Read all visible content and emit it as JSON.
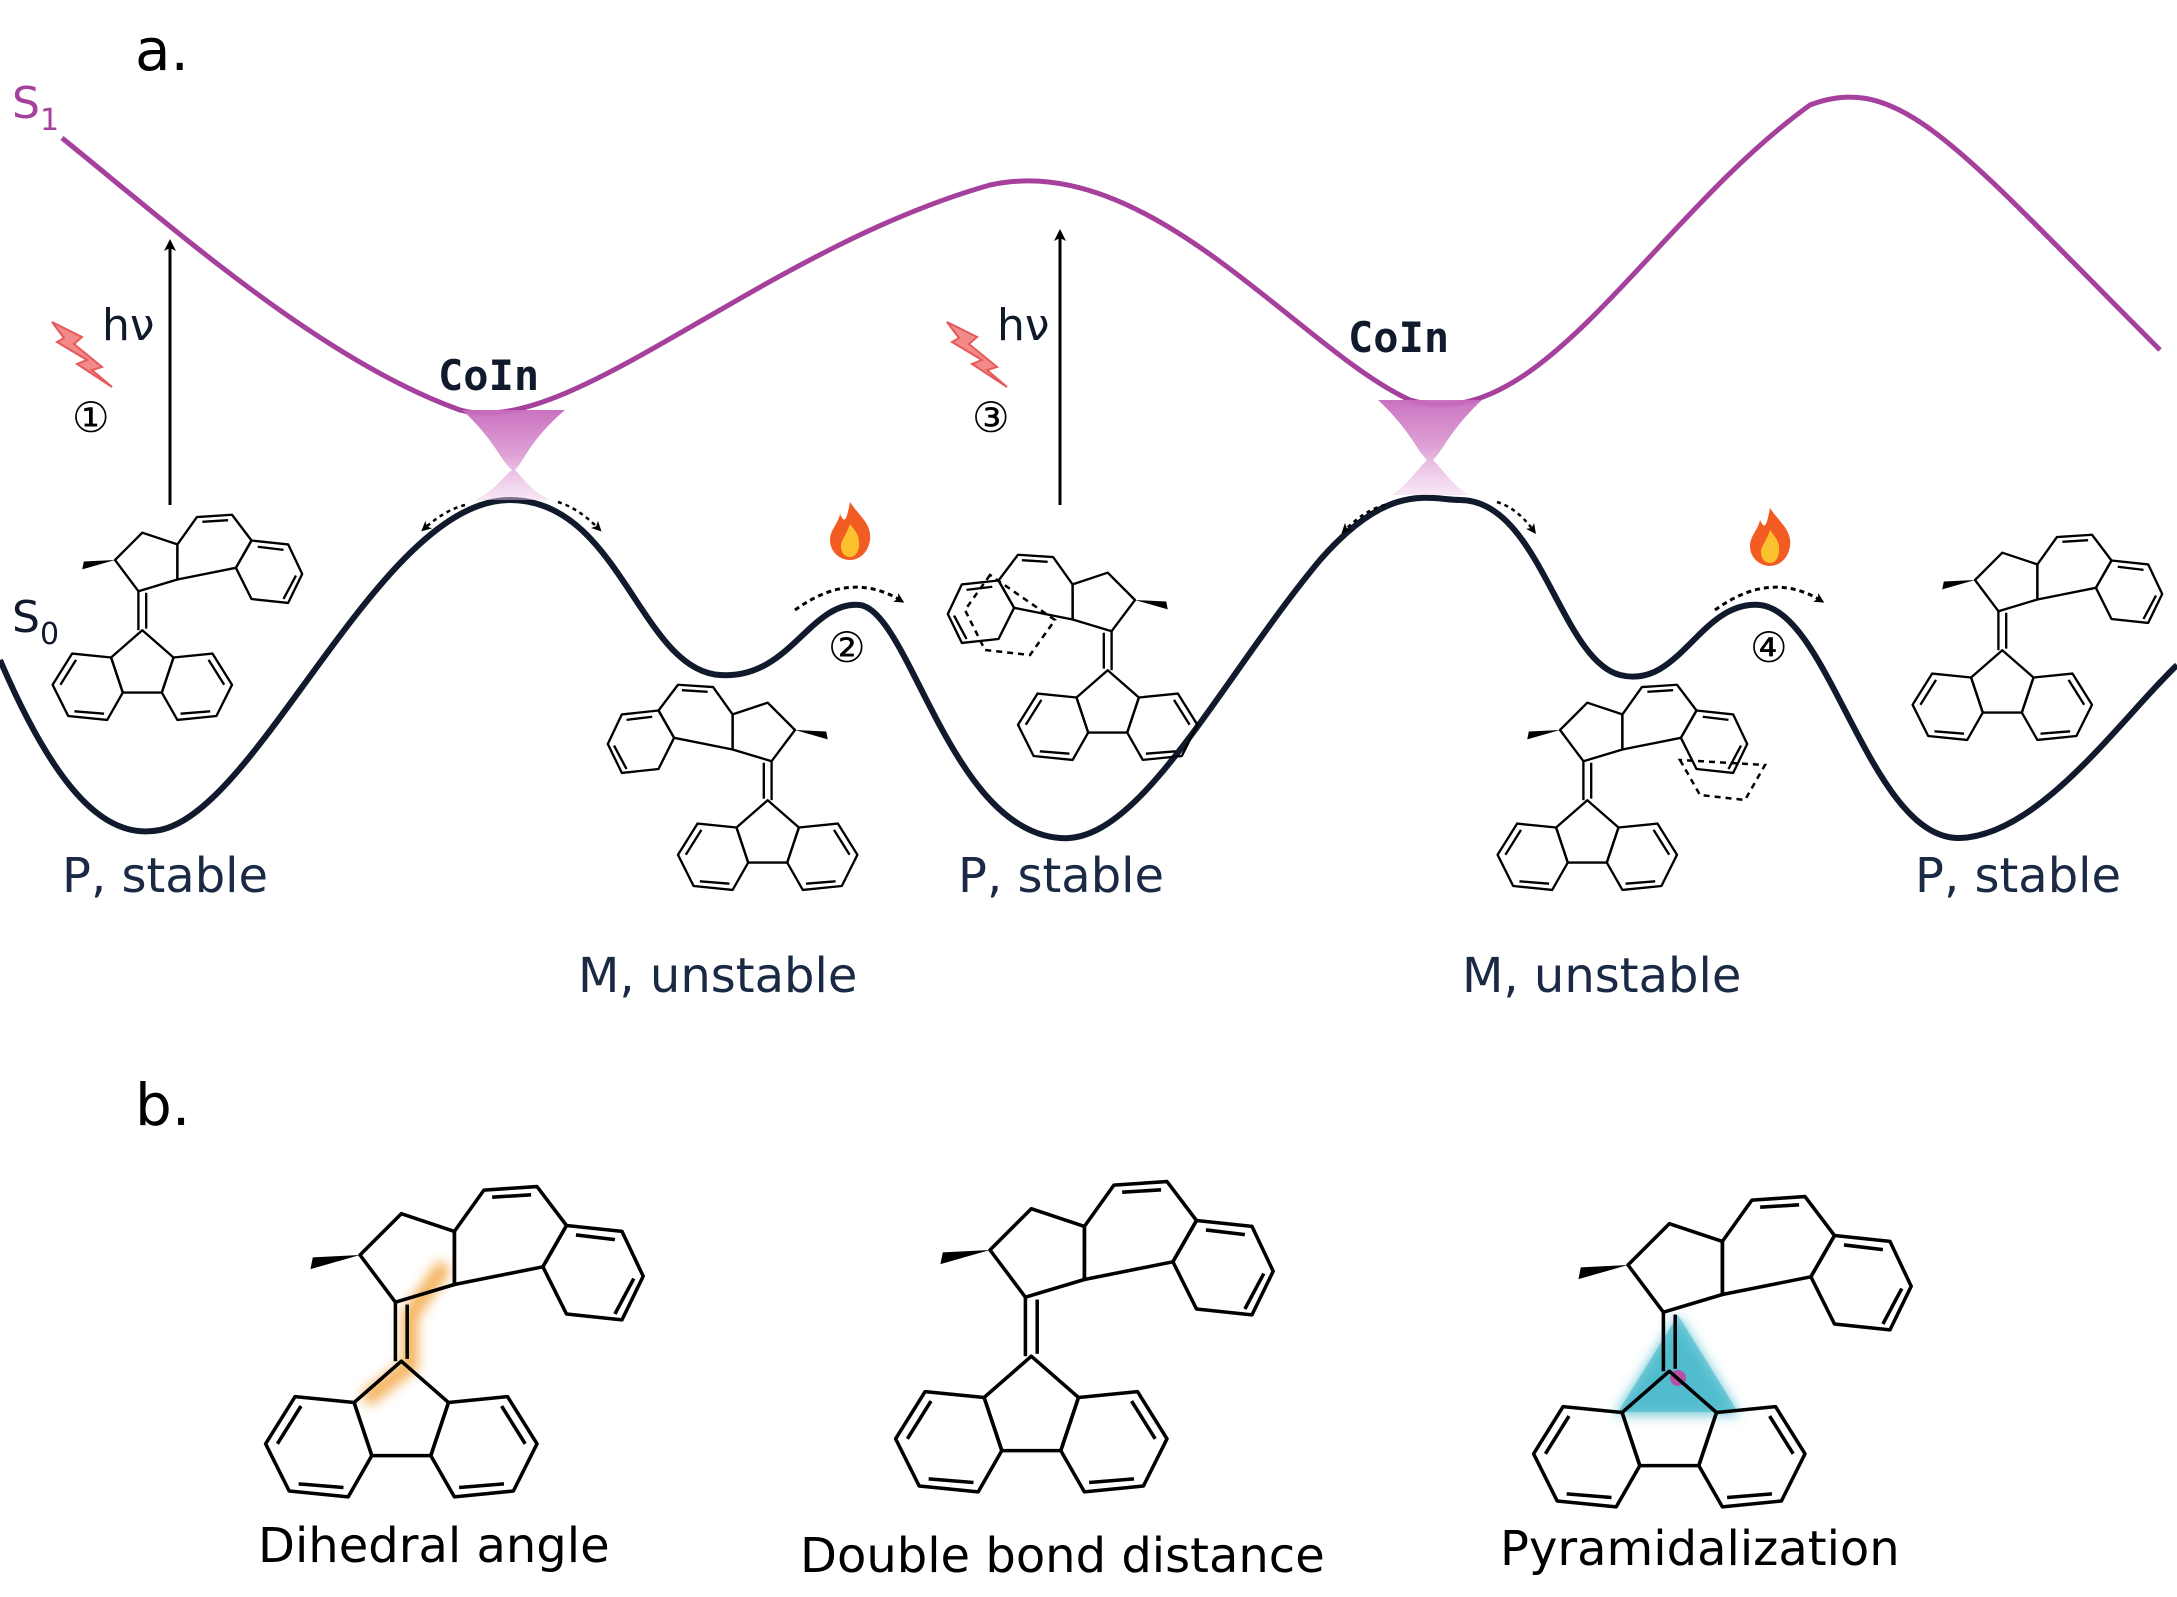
{
  "panel_a": {
    "label": "a.",
    "states": {
      "s1": {
        "main": "S",
        "sub": "1"
      },
      "s0": {
        "main": "S",
        "sub": "0"
      }
    },
    "coin_label": "CoIn",
    "photon_label": "hν",
    "steps": [
      "①",
      "②",
      "③",
      "④"
    ],
    "heat_icon": "fire-icon",
    "lightning_icon": "lightning-icon",
    "species_labels": {
      "p_stable": "P, stable",
      "m_unstable": "M, unstable"
    },
    "colors": {
      "s1_curve": "#a5409c",
      "s0_curve": "#101a2c",
      "coin_funnel": "#c76bbd",
      "label_text": "#1b2a44"
    }
  },
  "panel_b": {
    "label": "b.",
    "coordinates": [
      {
        "label": "Dihedral angle",
        "highlight": "#f2a33a"
      },
      {
        "label": "Double bond distance",
        "highlight": "#b552a8"
      },
      {
        "label": "Pyramidalization",
        "highlight": "#3ab4c8"
      }
    ]
  }
}
